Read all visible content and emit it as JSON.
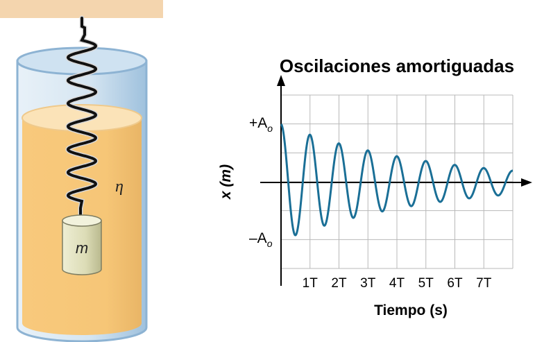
{
  "diagram": {
    "mass_label": "m",
    "viscosity_symbol": "η",
    "colors": {
      "ceiling": "#f4d5ae",
      "liquid": "#f8c97c",
      "liquid_top": "#fbe3b8",
      "glass": "#d7e7f2",
      "glass_edge": "#8db3d3",
      "mass_body": "#dfe0bd",
      "spring": "#111111"
    }
  },
  "chart_data": {
    "type": "line",
    "title": "Oscilaciones amortiguadas",
    "xlabel": "Tiempo (s)",
    "ylabel": "x (m)",
    "y_tick_labels": {
      "pos_prefix": "+A",
      "neg_prefix": "–A",
      "subscript": "o"
    },
    "x_tick_labels": [
      "1T",
      "2T",
      "3T",
      "4T",
      "5T",
      "6T",
      "7T"
    ],
    "xlim": [
      0,
      8
    ],
    "ylim": [
      -1.5,
      1.5
    ],
    "grid": true,
    "series": [
      {
        "color": "#1a6f96",
        "function": "A0 * exp(-0.20 * t) * cos(2*pi*t)",
        "amplitude": 1.0,
        "decay_per_period": 0.2,
        "periods": 8
      }
    ],
    "colors": {
      "curve": "#1a6f96",
      "grid": "#b8b8b8",
      "axis": "#000000"
    }
  }
}
